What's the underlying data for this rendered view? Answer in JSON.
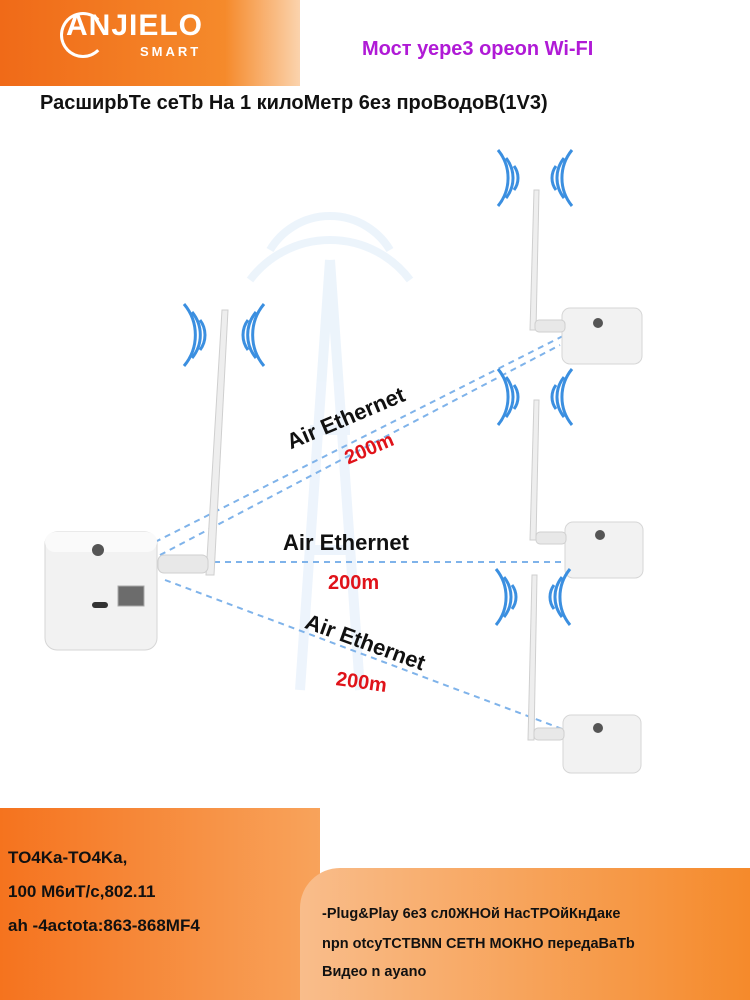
{
  "brand": {
    "logo_main": "ANJIELO",
    "logo_sub": "SMART"
  },
  "header": {
    "tagline": "Мост уере3 opeon Wi-FI",
    "headline": "РасширbТе сеТb На 1 килоМетр 6ез проВодоВ(1V3)"
  },
  "diagram": {
    "links": [
      {
        "label": "Air Ethernet",
        "distance": "200m"
      },
      {
        "label": "Air Ethernet",
        "distance": "200m"
      },
      {
        "label": "Air Ethernet",
        "distance": "200m"
      }
    ]
  },
  "specs": [
    "TO4Ka-TO4Ka,",
    "100 М6иТ/с,802.11",
    "ah -4actota:863-868MF4"
  ],
  "features": [
    "-Plug&Play 6е3 сл0ЖНОй НасТРОйКнДаке",
    "npn otcyТCTBNN CETH МОКНО передаВаТb",
    "Видео n ayano"
  ],
  "colors": {
    "accent_orange": "#f06a18",
    "tagline_purple": "#b01ad6",
    "distance_red": "#e0131a",
    "link_blue": "#6aa7e6"
  },
  "icons": [
    "wifi-waves-icon",
    "antenna-icon",
    "ethernet-port-icon",
    "usb-port-icon"
  ]
}
